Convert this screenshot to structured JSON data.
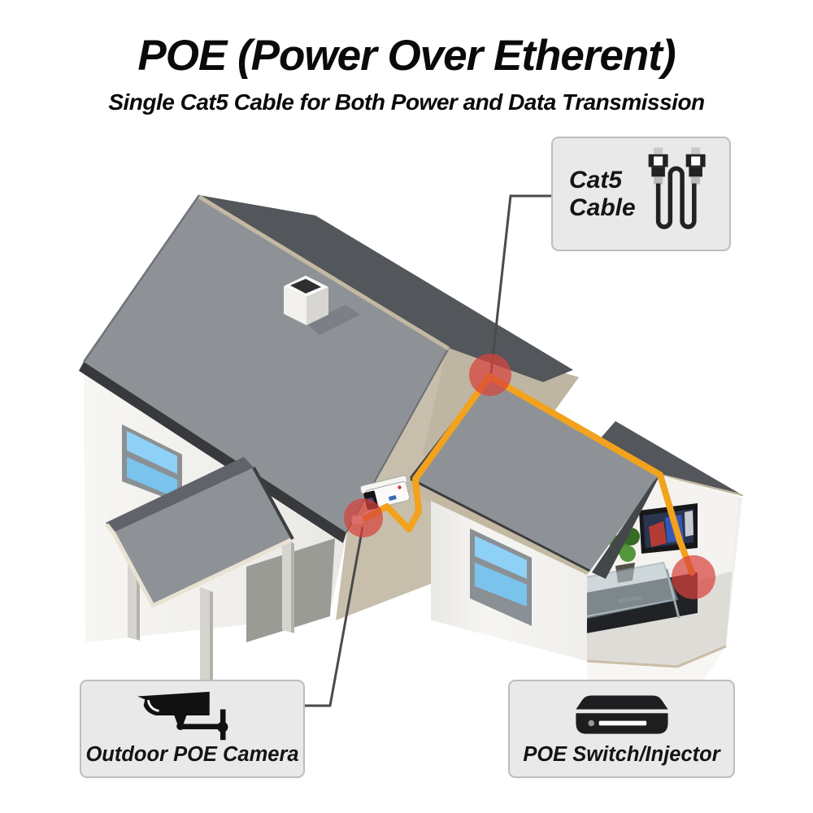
{
  "title": "POE (Power Over Etherent)",
  "subtitle": "Single Cat5 Cable for Both Power and Data Transmission",
  "callouts": {
    "cat5": {
      "label_line1": "Cat5",
      "label_line2": "Cable",
      "icon": "cat5-cable-icon"
    },
    "camera": {
      "label": "Outdoor POE Camera",
      "icon": "poe-camera-icon"
    },
    "switch": {
      "label": "POE Switch/Injector",
      "icon": "poe-switch-icon"
    }
  },
  "diagram": {
    "scene": "isometric house with outdoor POE camera wired over the roof to an indoor POE switch beside a wall-mounted TV",
    "connection_markers": [
      "camera-connection",
      "roof-peak-junction",
      "indoor-switch-connection"
    ],
    "colors": {
      "cable_orange": "#F2A21C",
      "marker_red": "#D9534F",
      "leader_line": "#4A4A4A",
      "roof_gray": "#8E9297",
      "roof_dark": "#53565A",
      "ridge_tan": "#C3B9A3",
      "gable_wall_tan": "#C7BEAC",
      "wall_white": "#F5F4F1",
      "window_blue": "#8BCDF5",
      "callout_bg": "#E9E9E9"
    }
  }
}
